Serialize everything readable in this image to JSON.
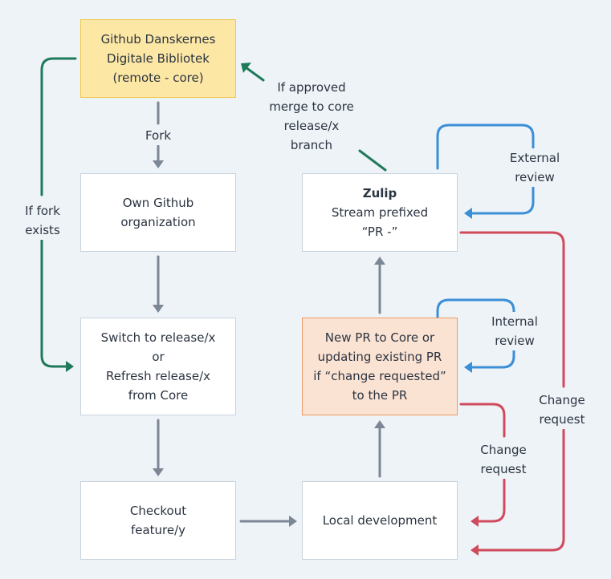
{
  "nodes": {
    "github": {
      "lines": [
        "Github Danskernes",
        "Digitale Bibliotek",
        "(remote - core)"
      ]
    },
    "own_org": {
      "lines": [
        "Own Github",
        "organization"
      ]
    },
    "switch": {
      "lines": [
        "Switch to release/x",
        "or",
        "Refresh release/x",
        "from Core"
      ]
    },
    "checkout": {
      "lines": [
        "Checkout",
        "feature/y"
      ]
    },
    "zulip": {
      "title": "Zulip",
      "lines": [
        "Stream prefixed",
        "“PR -”"
      ]
    },
    "new_pr": {
      "lines": [
        "New PR to Core or",
        "updating existing PR",
        "if “change requested”",
        "to the PR"
      ]
    },
    "local": {
      "lines": [
        "Local development"
      ]
    }
  },
  "edge_labels": {
    "fork": [
      "Fork"
    ],
    "if_fork_exists": [
      "If fork",
      "exists"
    ],
    "if_approved": [
      "If approved",
      "merge to core",
      "release/x",
      "branch"
    ],
    "external_review": [
      "External",
      "review"
    ],
    "internal_review": [
      "Internal",
      "review"
    ],
    "change_request_inner": [
      "Change",
      "request"
    ],
    "change_request_outer": [
      "Change",
      "request"
    ]
  },
  "colors": {
    "gray_arrow": "#7b8794",
    "green_arrow": "#1f7a5a",
    "blue_arrow": "#3a8fd6",
    "red_arrow": "#d04a5c",
    "core_fill": "#fde7a4",
    "core_border": "#f2c64f",
    "pr_fill": "#fbe3d3",
    "pr_border": "#ee9862"
  }
}
